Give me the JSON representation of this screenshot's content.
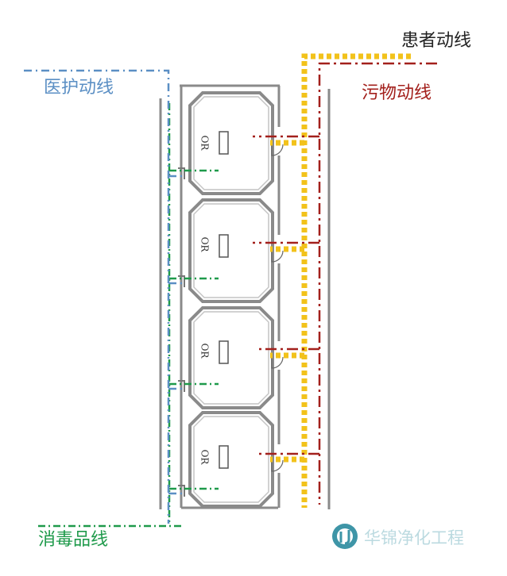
{
  "labels": {
    "patient_flow": "患者动线",
    "medical_staff_flow": "医护动线",
    "dirty_flow": "污物动线",
    "sterile_goods_flow": "消毒品线"
  },
  "rooms": [
    {
      "label": "OR"
    },
    {
      "label": "OR"
    },
    {
      "label": "OR"
    },
    {
      "label": "OR"
    }
  ],
  "watermark": {
    "text": "华锦净化工程",
    "logo": "HJ"
  },
  "colors": {
    "patient_flow": "#f2c21b",
    "medical_staff_flow": "#5b8fc4",
    "dirty_flow": "#a3201c",
    "sterile_goods_flow": "#1f9a4b",
    "wall": "#8a8a8a",
    "watermark": "#2a8a9e"
  }
}
